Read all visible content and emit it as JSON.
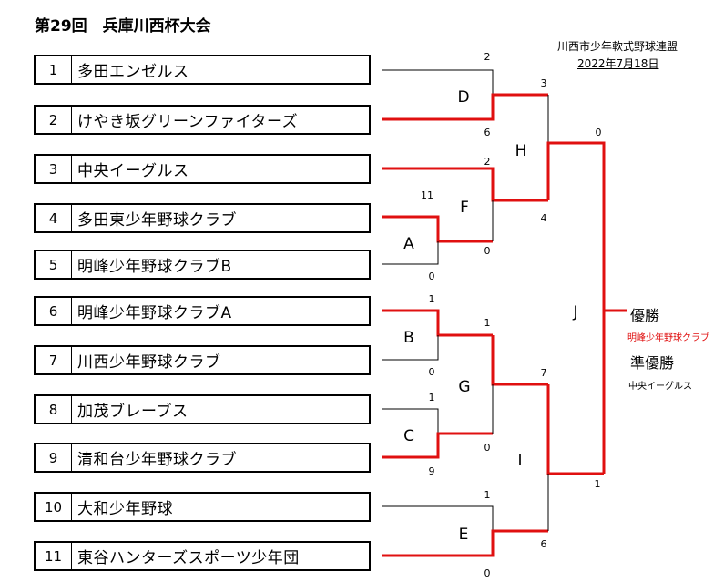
{
  "title": "第29回　兵庫川西杯大会",
  "organizer": "川西市少年軟式野球連盟",
  "date": "2022年7月18日",
  "teams": [
    {
      "num": "1",
      "name": "多田エンゼルス"
    },
    {
      "num": "2",
      "name": "けやき坂グリーンファイターズ"
    },
    {
      "num": "3",
      "name": "中央イーグルス"
    },
    {
      "num": "4",
      "name": "多田東少年野球クラブ"
    },
    {
      "num": "5",
      "name": "明峰少年野球クラブB"
    },
    {
      "num": "6",
      "name": "明峰少年野球クラブA"
    },
    {
      "num": "7",
      "name": "川西少年野球クラブ"
    },
    {
      "num": "8",
      "name": "加茂ブレーブス"
    },
    {
      "num": "9",
      "name": "清和台少年野球クラブ"
    },
    {
      "num": "10",
      "name": "大和少年野球"
    },
    {
      "num": "11",
      "name": "東谷ハンターズスポーツ少年団"
    }
  ],
  "games": {
    "A": "A",
    "B": "B",
    "C": "C",
    "D": "D",
    "E": "E",
    "F": "F",
    "G": "G",
    "H": "H",
    "I": "I",
    "J": "J"
  },
  "scores": {
    "d_team1": "2",
    "d_team2": "6",
    "a_team4": "11",
    "a_team5": "0",
    "b_team6": "1",
    "b_team7": "0",
    "c_team8": "1",
    "c_team9": "9",
    "e_team10": "1",
    "e_team11": "0",
    "f_team3": "2",
    "f_winner_a": "0",
    "g_winner_b": "1",
    "g_winner_c": "0",
    "h_winner_d": "3",
    "h_winner_f": "4",
    "i_winner_g": "7",
    "i_winner_e": "6",
    "j_winner_h": "0",
    "j_winner_i": "1"
  },
  "results": {
    "champion_label": "優勝",
    "champion": "明峰少年野球クラブ",
    "runner_up_label": "準優勝",
    "runner_up": "中央イーグルス"
  },
  "colors": {
    "winner_line": "#e01010",
    "loser_line": "#000000",
    "champion_text": "#e01010"
  }
}
